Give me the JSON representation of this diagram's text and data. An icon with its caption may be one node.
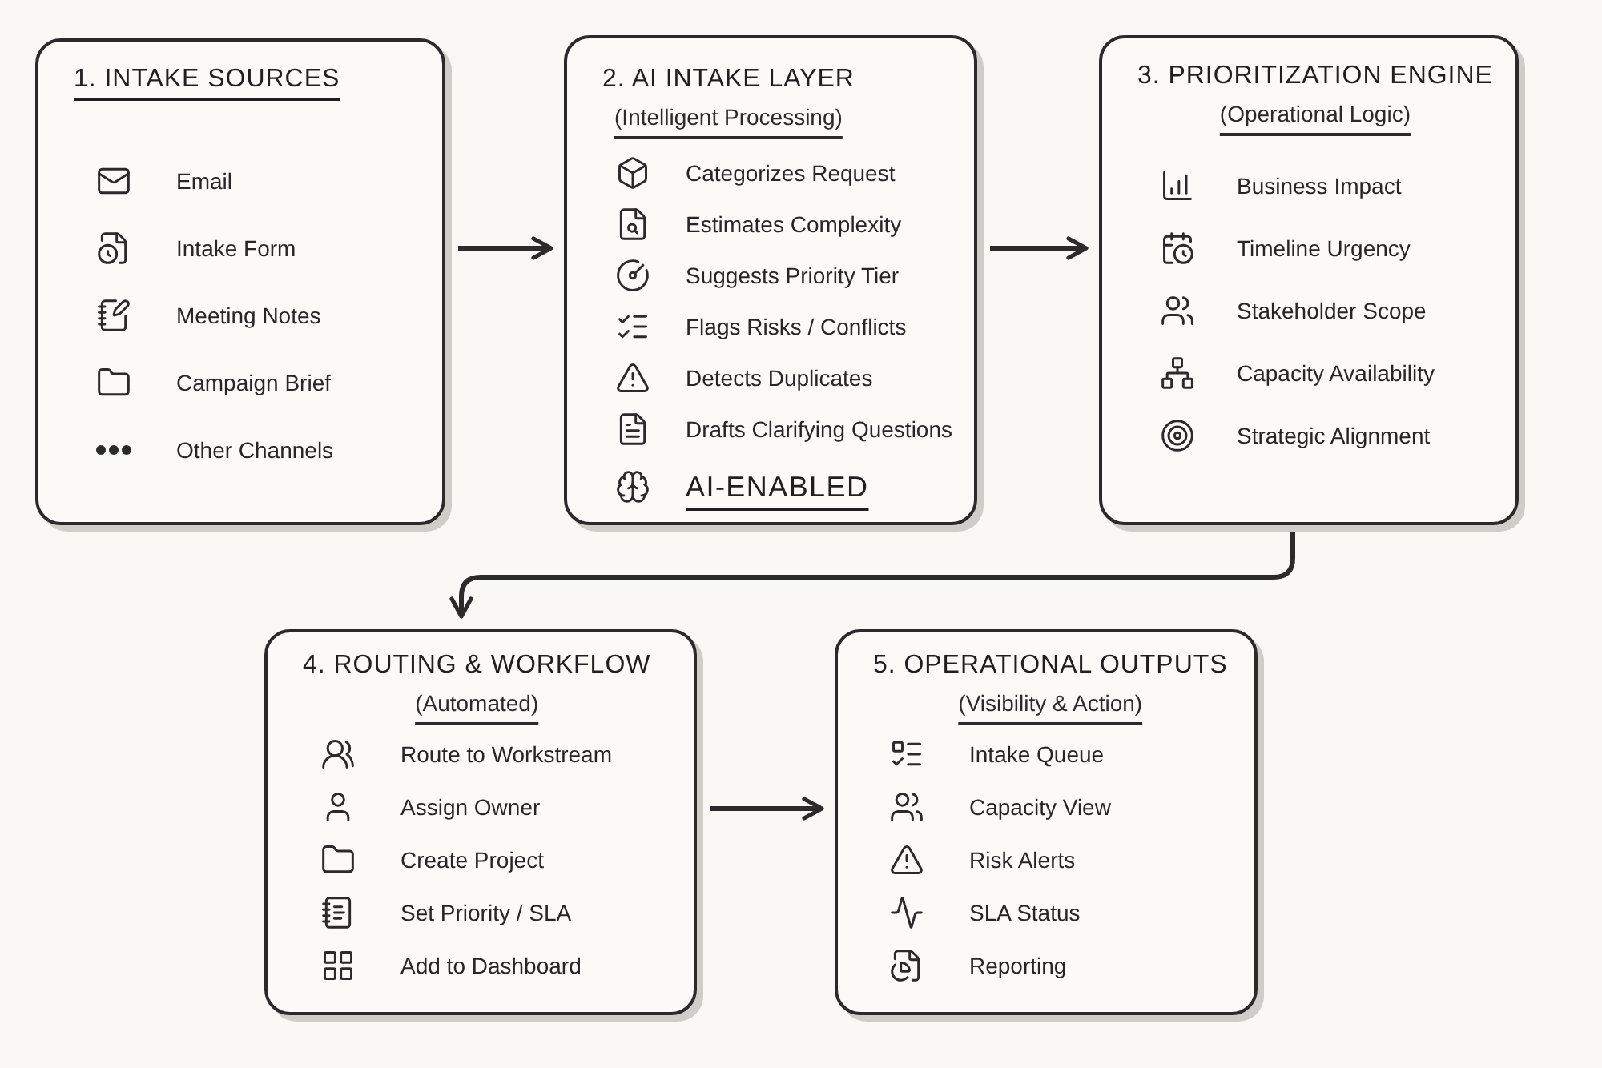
{
  "diagram": {
    "nodes": [
      {
        "text": [
          "1. INTAKE SOURCES",
          "Email",
          "Intake Form",
          "Meeting Notes",
          "Campaign Brief",
          "Other Channels"
        ]
      },
      {
        "text": [
          "2. AI INTAKE LAYER",
          "(Intelligent Processing)",
          "Categorizes Request",
          "Estimates Complexity",
          "Suggests Priority Tier",
          "Flags Risks / Conflicts",
          "Detects Duplicates",
          "Drafts Clarifying Questions",
          "AI-ENABLED"
        ]
      },
      {
        "text": [
          "3. PRIORITIZATION ENGINE",
          "(Operational Logic)",
          "Business Impact",
          "Timeline Urgency",
          "Stakeholder Scope",
          "Capacity Availability",
          "Strategic Alignment"
        ]
      },
      {
        "text": [
          "4. ROUTING & WORKFLOW",
          "(Automated)",
          "Route to Workstream",
          "Assign Owner",
          "Create Project",
          "Set Priority / SLA",
          "Add to Dashboard"
        ]
      },
      {
        "text": [
          "5. OPERATIONAL OUTPUTS",
          "(Visibility & Action)",
          "Intake Queue",
          "Capacity View",
          "Risk Alerts",
          "SLA Status",
          "Reporting"
        ]
      }
    ],
    "edges": [
      {
        "from": 0,
        "to": 1,
        "arrow": "to"
      },
      {
        "from": 1,
        "to": 2,
        "arrow": "to"
      },
      {
        "from": 2,
        "to": 3,
        "arrow": "to"
      },
      {
        "from": 3,
        "to": 4,
        "arrow": "to"
      }
    ]
  }
}
